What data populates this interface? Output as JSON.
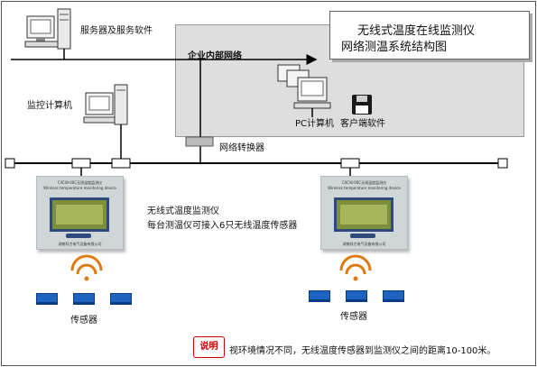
{
  "title": {
    "line1": "无线式温度在线监测仪",
    "line2": "网络测温系统结构图"
  },
  "labels": {
    "server": "服务器及服务软件",
    "intranet": "企业内部网络",
    "monitor_pc": "监控计算机",
    "pc": "PC计算机",
    "client_software": "客户端软件",
    "converter": "网络转换器",
    "device_name": "无线式温度监测仪",
    "device_capacity": "每台测温仪可接入6只无线温度传感器",
    "sensor_left": "传感器",
    "sensor_right": "传感器"
  },
  "device_panel": {
    "header": "CXCW-00C无线温度监测仪",
    "subheader": "Wireless temperature monitoring device",
    "footer": "湖南科力电气设备有限公司"
  },
  "note": {
    "badge": "说明",
    "text": "视环境情况不同，无线温度传感器到监测仪之间的距离10-100米。"
  },
  "colors": {
    "lan_bg": "#dedede",
    "sensor": "#1e63c0",
    "note_red": "#cc0000"
  }
}
